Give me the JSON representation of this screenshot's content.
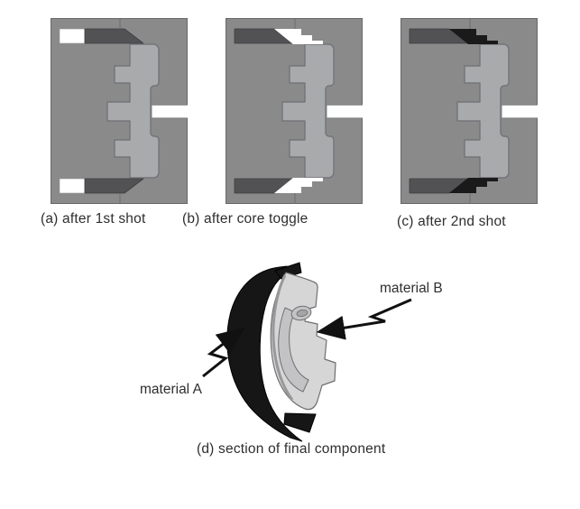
{
  "figure": {
    "panels": [
      {
        "id": "a",
        "caption": "(a) after 1st shot",
        "state": "after first shot: cavity voids open at left, cores forward"
      },
      {
        "id": "b",
        "caption": "(b) after core toggle",
        "state": "cores retracted left, stepped voids open beside part"
      },
      {
        "id": "c",
        "caption": "(c) after 2nd shot",
        "state": "stepped voids filled with second material (black)"
      }
    ],
    "final_view": {
      "caption": "(d) section of final component",
      "label_material_a": "material A",
      "label_material_b": "material B"
    }
  },
  "colors": {
    "frame": "#8a8a8a",
    "frame_border": "#676767",
    "part": "#a9aaac",
    "part_outline": "#727478",
    "core": "#525255",
    "core_outline": "#3e3e40",
    "void": "#ffffff",
    "material_b_fill": "#1a1a1a",
    "text": "#2e2e2e",
    "body_black": "#161616",
    "face": "#d6d6d7",
    "face_inner": "#c3c3c5",
    "face_shadow": "#98989a",
    "detail_outline": "#6f6f72",
    "arrow": "#111111"
  }
}
